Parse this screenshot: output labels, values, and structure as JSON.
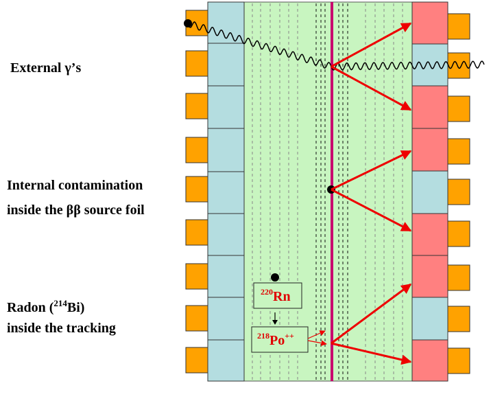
{
  "labels": {
    "external": "External γ’s",
    "internal_line1": "Internal contamination",
    "internal_line2": "inside the ββ source foil",
    "radon_line1_pre": "Radon (",
    "radon_line1_sup": "214",
    "radon_line1_post": "Bi)",
    "radon_line2": "inside the tracking"
  },
  "isotopes": {
    "rn": {
      "mass": "220",
      "symbol": "Rn"
    },
    "po": {
      "mass": "218",
      "symbol": "Po",
      "charge": "++"
    }
  },
  "colors": {
    "orange_block": "#ffa200",
    "left_scint": "#b4dde0",
    "tracker_fill": "#c8f5c0",
    "right_scint": "#b4dde0",
    "hit_scint": "#ff8080",
    "foil": "#c8006e",
    "arrow": "#ee0000",
    "isotope_text": "#e00000"
  },
  "right_scint_hits": [
    true,
    false,
    true,
    true,
    false,
    true,
    true,
    false,
    true
  ]
}
